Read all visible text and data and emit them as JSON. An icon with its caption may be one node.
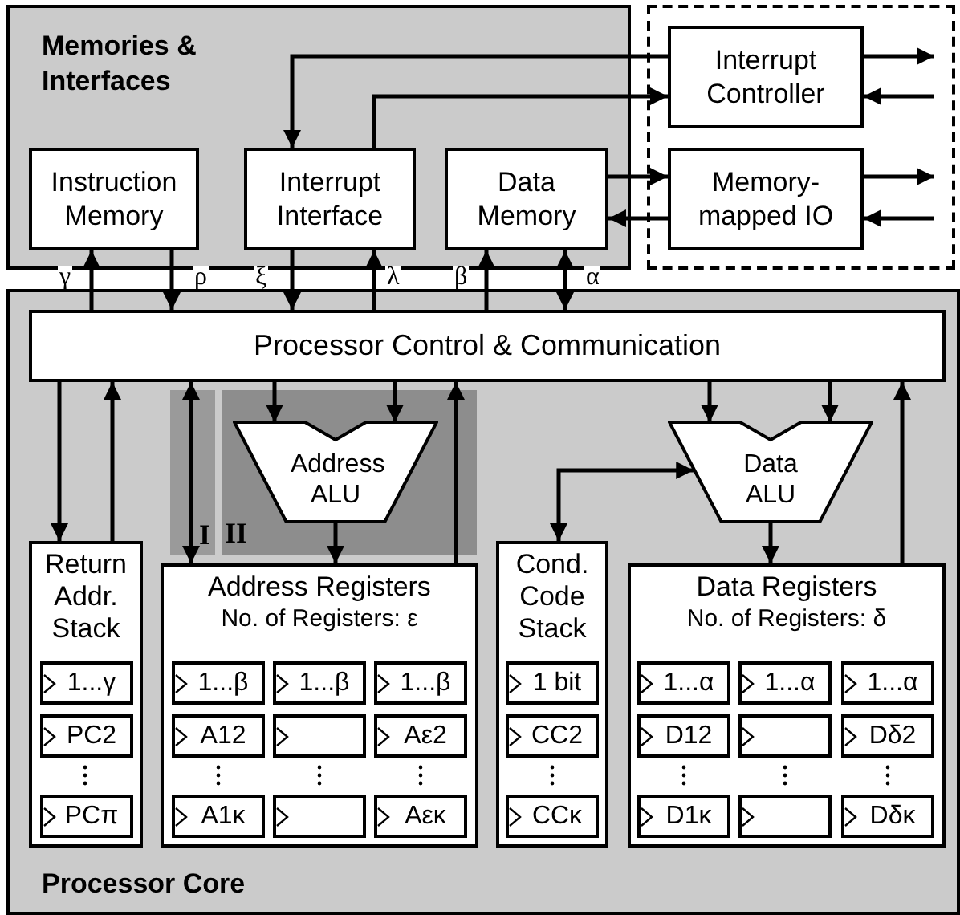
{
  "diagram": {
    "nodes": [
      {
        "text": [
          "Memories & Interfaces"
        ]
      },
      {
        "text": [
          "Instruction Memory"
        ],
        "in": 0
      },
      {
        "text": [
          "Interrupt Interface"
        ],
        "in": 0
      },
      {
        "text": [
          "Data Memory"
        ],
        "in": 0
      },
      {
        "text": [],
        "shape": "box"
      },
      {
        "text": [
          "Interrupt Controller"
        ],
        "in": 4
      },
      {
        "text": [
          "Memory-mapped IO"
        ],
        "in": 4
      },
      {
        "text": [
          "Processor Core"
        ]
      },
      {
        "text": [
          "Processor Control & Communication"
        ],
        "in": 7
      },
      {
        "text": [
          "II"
        ],
        "in": 7
      },
      {
        "text": [
          "Address ALU"
        ],
        "in": 9
      },
      {
        "text": [
          "Data ALU"
        ],
        "in": 7
      },
      {
        "text": [
          "Return Addr. Stack"
        ],
        "in": 7
      },
      {
        "text": [
          "1...γ"
        ],
        "in": 12
      },
      {
        "text": [
          "PC2"
        ],
        "in": 12
      },
      {
        "text": [
          "PCπ"
        ],
        "in": 12
      },
      {
        "text": [
          "Address Registers",
          "No. of Registers: ε"
        ],
        "in": 7
      },
      {
        "text": [
          "1...β"
        ],
        "in": 16
      },
      {
        "text": [
          "1...β"
        ],
        "in": 16
      },
      {
        "text": [
          "1...β"
        ],
        "in": 16
      },
      {
        "text": [
          "A12"
        ],
        "in": 16
      },
      {
        "text": [],
        "shape": "box",
        "in": 16
      },
      {
        "text": [
          "Aε2"
        ],
        "in": 16
      },
      {
        "text": [
          "A1κ"
        ],
        "in": 16
      },
      {
        "text": [],
        "shape": "box",
        "in": 16
      },
      {
        "text": [
          "Aεκ"
        ],
        "in": 16
      },
      {
        "text": [
          "Cond. Code Stack"
        ],
        "in": 7
      },
      {
        "text": [
          "1 bit"
        ],
        "in": 26
      },
      {
        "text": [
          "CC2"
        ],
        "in": 26
      },
      {
        "text": [
          "CCκ"
        ],
        "in": 26
      },
      {
        "text": [
          "Data Registers",
          "No. of Registers: δ"
        ],
        "in": 7
      },
      {
        "text": [
          "1...α"
        ],
        "in": 30
      },
      {
        "text": [
          "1...α"
        ],
        "in": 30
      },
      {
        "text": [
          "1...α"
        ],
        "in": 30
      },
      {
        "text": [
          "D12"
        ],
        "in": 30
      },
      {
        "text": [],
        "shape": "box",
        "in": 30
      },
      {
        "text": [
          "Dδ2"
        ],
        "in": 30
      },
      {
        "text": [
          "D1κ"
        ],
        "in": 30
      },
      {
        "text": [],
        "shape": "box",
        "in": 30
      },
      {
        "text": [
          "Dδκ"
        ],
        "in": 30
      }
    ],
    "edges": [
      {
        "from": 8,
        "to": 1,
        "arrow": "to",
        "label": "γ"
      },
      {
        "from": 1,
        "to": 8,
        "arrow": "to",
        "label": "ρ"
      },
      {
        "from": 2,
        "to": 8,
        "arrow": "to",
        "label": "ξ"
      },
      {
        "from": 8,
        "to": 2,
        "arrow": "to",
        "label": "λ"
      },
      {
        "from": 8,
        "to": 3,
        "arrow": "to",
        "label": "β"
      },
      {
        "from": 3,
        "to": 8,
        "arrow": "both",
        "label": "α"
      },
      {
        "from": 5,
        "to": 2,
        "arrow": "to"
      },
      {
        "from": 2,
        "to": 5,
        "arrow": "to"
      },
      {
        "from": 3,
        "to": 6,
        "arrow": "to"
      },
      {
        "from": 6,
        "to": 3,
        "arrow": "to"
      },
      {
        "from": 5,
        "to": null,
        "arrow": "to"
      },
      {
        "from": null,
        "to": 5,
        "arrow": "to"
      },
      {
        "from": 6,
        "to": null,
        "arrow": "to"
      },
      {
        "from": null,
        "to": 6,
        "arrow": "to"
      },
      {
        "from": 8,
        "to": 12,
        "arrow": "to"
      },
      {
        "from": 12,
        "to": 8,
        "arrow": "to"
      },
      {
        "from": 8,
        "to": 16,
        "arrow": "both"
      },
      {
        "from": 8,
        "to": 10,
        "arrow": "to"
      },
      {
        "from": 8,
        "to": 10,
        "arrow": "to"
      },
      {
        "from": 10,
        "to": 16,
        "arrow": "to"
      },
      {
        "from": 16,
        "to": 8,
        "arrow": "to"
      },
      {
        "from": 8,
        "to": 11,
        "arrow": "to"
      },
      {
        "from": 8,
        "to": 11,
        "arrow": "to"
      },
      {
        "from": 11,
        "to": 26,
        "arrow": "both"
      },
      {
        "from": 11,
        "to": 30,
        "arrow": "to"
      },
      {
        "from": 30,
        "to": 8,
        "arrow": "to"
      }
    ],
    "labels": [
      "I"
    ]
  }
}
